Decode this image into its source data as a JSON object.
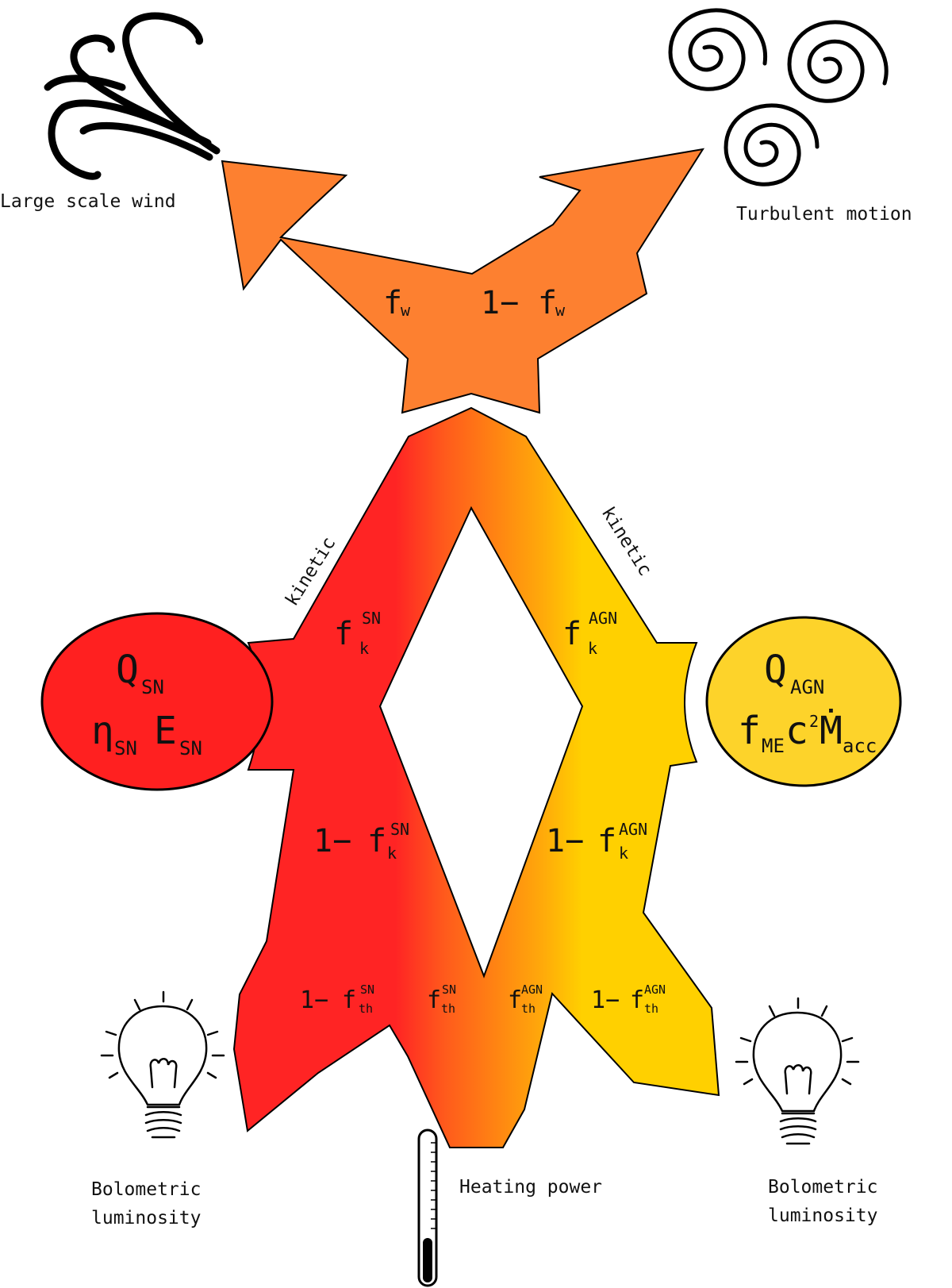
{
  "labels": {
    "wind": "Large scale wind",
    "turbulence": "Turbulent motion",
    "bolometric_left_1": "Bolometric",
    "bolometric_left_2": "luminosity",
    "bolometric_right_1": "Bolometric",
    "bolometric_right_2": "luminosity",
    "heating": "Heating power",
    "kinetic_left": "kinetic",
    "kinetic_right": "kinetic"
  },
  "sources": {
    "sn": {
      "q_main": "Q",
      "q_sub": "SN",
      "eta": "η",
      "eta_sub": "SN",
      "e": "E",
      "e_sub": "SN",
      "color": "#ff2020"
    },
    "agn": {
      "q_main": "Q",
      "q_sub": "AGN",
      "f": "f",
      "f_sub": "ME",
      "c": "c",
      "c_sup": "2",
      "m": "Ṁ",
      "m_sub": "acc",
      "color": "#fdd32a"
    }
  },
  "fractions": {
    "fw": {
      "main": "f",
      "sub": "w"
    },
    "one_minus_fw": {
      "prefix": "1−",
      "main": "f",
      "sub": "w"
    },
    "fk_sn": {
      "main": "f",
      "sup": "SN",
      "sub": "k"
    },
    "fk_agn": {
      "main": "f",
      "sup": "AGN",
      "sub": "k"
    },
    "one_minus_fk_sn": {
      "prefix": "1−",
      "main": "f",
      "sup": "SN",
      "sub": "k"
    },
    "one_minus_fk_agn": {
      "prefix": "1−",
      "main": "f",
      "sup": "AGN",
      "sub": "k"
    },
    "one_minus_fth_sn": {
      "prefix": "1−",
      "main": "f",
      "sup": "SN",
      "sub": "th"
    },
    "fth_sn": {
      "main": "f",
      "sup": "SN",
      "sub": "th"
    },
    "fth_agn": {
      "main": "f",
      "sup": "AGN",
      "sub": "th"
    },
    "one_minus_fth_agn": {
      "prefix": "1−",
      "main": "f",
      "sup": "AGN",
      "sub": "th"
    }
  },
  "colors": {
    "kinetic_arrow": "#fd8030",
    "sn_red": "#ff2424",
    "mid_orange": "#ff5a1c",
    "agn_yellow": "#ffd000",
    "outline": "#000000"
  },
  "icons": [
    "wind-icon",
    "turbulence-icon",
    "lightbulb-icon",
    "thermometer-icon"
  ]
}
